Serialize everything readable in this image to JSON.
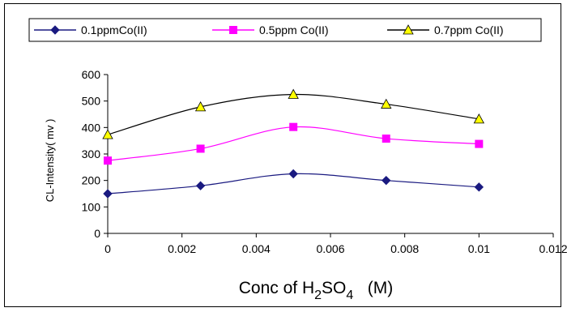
{
  "chart_data": {
    "type": "line",
    "x": [
      0,
      0.0025,
      0.005,
      0.0075,
      0.01
    ],
    "series": [
      {
        "name": "0.1ppmCo(II)",
        "values": [
          150,
          180,
          225,
          200,
          175
        ],
        "color": "#1a1a80",
        "marker": "diamond"
      },
      {
        "name": "0.5ppm Co(II)",
        "values": [
          275,
          320,
          402,
          358,
          338
        ],
        "color": "#ff00ff",
        "marker": "square"
      },
      {
        "name": "0.7ppm Co(II)",
        "values": [
          373,
          478,
          525,
          488,
          432
        ],
        "color": "#ffff00",
        "marker": "triangle"
      }
    ],
    "xlabel": {
      "prefix": "Conc of H",
      "sub1": "2",
      "mid": "SO",
      "sub2": "4",
      "suffix": "   (M)"
    },
    "ylabel": "CL-Intensity( mv )",
    "xticks": [
      "0",
      "0.002",
      "0.004",
      "0.006",
      "0.008",
      "0.01",
      "0.012"
    ],
    "yticks": [
      "0",
      "100",
      "200",
      "300",
      "400",
      "500",
      "600"
    ],
    "xlim": [
      0,
      0.012
    ],
    "ylim": [
      0,
      600
    ],
    "grid": false,
    "legend_position": "top"
  }
}
